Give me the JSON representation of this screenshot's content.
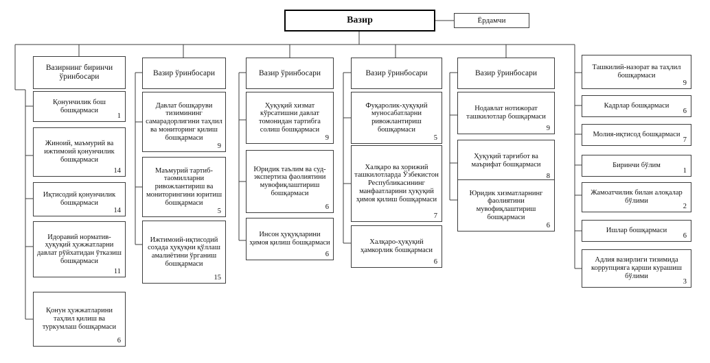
{
  "diagram": {
    "title_box": {
      "label": "Вазир"
    },
    "aide_box": {
      "label": "Ёрдамчи"
    },
    "columns": [
      {
        "id": "col-1",
        "head": {
          "label": "Вазирнинг биринчи ўринбосари"
        },
        "items": [
          {
            "label": "Қонунчилик бош бошқармаси",
            "count": "1"
          },
          {
            "label": "Жиноий, маъмурий ва ижтимоий қонунчилик бошқармаси",
            "count": "14"
          },
          {
            "label": "Иқтисодий қонунчилик бошқармаси",
            "count": "14"
          },
          {
            "label": "Идоравий норматив-ҳуқуқий ҳужжатларни давлат рўйхатидан ўтказиш бошқармаси",
            "count": "11"
          },
          {
            "label": "Қонун ҳужжатларини таҳлил қилиш ва туркумлаш бошқармаси",
            "count": "6"
          }
        ]
      },
      {
        "id": "col-2",
        "head": {
          "label": "Вазир ўринбосари"
        },
        "items": [
          {
            "label": "Давлат бошқаруви тизимининг самарадорлигини таҳлил ва мониторинг қилиш бошқармаси",
            "count": "9"
          },
          {
            "label": "Маъмурий тартиб-таомилларни ривожлантириш ва мониторингини юритиш бошқармаси",
            "count": "5"
          },
          {
            "label": "Ижтимоий-иқтисодий соҳада ҳуқуқни қўллаш амалиётини ўрганиш бошқармаси",
            "count": "15"
          }
        ]
      },
      {
        "id": "col-3",
        "head": {
          "label": "Вазир ўринбосари"
        },
        "items": [
          {
            "label": "Ҳуқуқий хизмат кўрсатишни давлат томонидан тартибга солиш бошқармаси",
            "count": "9"
          },
          {
            "label": "Юридик таълим ва суд-экспертиза фаолиятини мувофиқлаштириш бошқармаси",
            "count": "6"
          },
          {
            "label": "Инсон ҳуқуқларини ҳимоя қилиш бошқармаси",
            "count": "6"
          }
        ]
      },
      {
        "id": "col-4",
        "head": {
          "label": "Вазир ўринбосари"
        },
        "items": [
          {
            "label": "Фуқаролик-ҳуқуқий муносабатларни ривожлантириш бошқармаси",
            "count": "5"
          },
          {
            "label": "Халқаро ва хорижий ташкилотларда Ўзбекистон Республикасининг манфаатларини ҳуқуқий ҳимоя қилиш бошқармаси",
            "count": "7"
          },
          {
            "label": "Халқаро-ҳуқуқий ҳамкорлик бошқармаси",
            "count": "6"
          }
        ]
      },
      {
        "id": "col-5",
        "head": {
          "label": "Вазир ўринбосари"
        },
        "items": [
          {
            "label": "Нодавлат нотижорат ташкилотлар бошқармаси",
            "count": "9"
          },
          {
            "label": "Ҳуқуқий тарғибот ва маърифат бошқармаси",
            "count": "8"
          },
          {
            "label": "Юридик хизматларнинг фаолиятини мувофиқлаштириш бошқармаси",
            "count": "6"
          }
        ]
      },
      {
        "id": "col-6",
        "head": null,
        "items": [
          {
            "label": "Ташкилий-назорат ва таҳлил бошқармаси",
            "count": "9"
          },
          {
            "label": "Кадрлар бошқармаси",
            "count": "6"
          },
          {
            "label": "Молия-иқтисод бошқармаси",
            "count": "7"
          },
          {
            "label": "Биринчи бўлим",
            "count": "1"
          },
          {
            "label": "Жамоатчилик билан алоқалар бўлими",
            "count": "2"
          },
          {
            "label": "Ишлар бошқармаси",
            "count": "6"
          },
          {
            "label": "Адлия вазирлиги тизимида коррупцияга қарши курашиш бўлими",
            "count": "3"
          }
        ]
      }
    ]
  }
}
